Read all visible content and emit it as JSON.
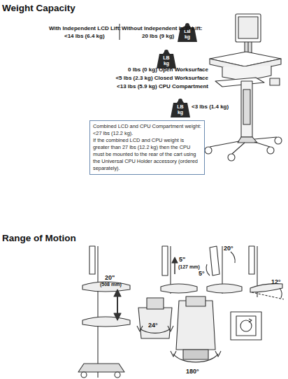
{
  "diagram": {
    "title": "Weight Capacity",
    "nodes": [
      {
        "text": [
          "Combined LCD and CPU Compartment weight: <27 lbs (12.2 kg).",
          "If the combined LCD and CPU weight is greater than 27 lbs (12.2 kg) then the CPU must be mounted to the rear of the cart using the Universal CPU Holder accessory (ordered separately)."
        ]
      },
      {
        "text": [
          "LB kg"
        ]
      },
      {
        "text": [
          "LB kg"
        ]
      },
      {
        "text": [
          "LB kg"
        ]
      }
    ],
    "labels": [
      "With Independent LCD Lift:",
      "<14 lbs (6.4 kg)",
      "Without Independent LCD Lift:",
      "20 lbs (9 kg)",
      "0 lbs (0 kg) Open Worksurface",
      "<5 lbs (2.3 kg) Closed Worksurface",
      "<13 lbs (5.9 kg) CPU Compartment",
      "<3 lbs (1.4 kg)",
      "Range of Motion",
      "20\"",
      "(508 mm)",
      "5\"",
      "(127 mm)",
      "20°",
      "5°",
      "12°",
      "24°",
      "180°"
    ]
  }
}
